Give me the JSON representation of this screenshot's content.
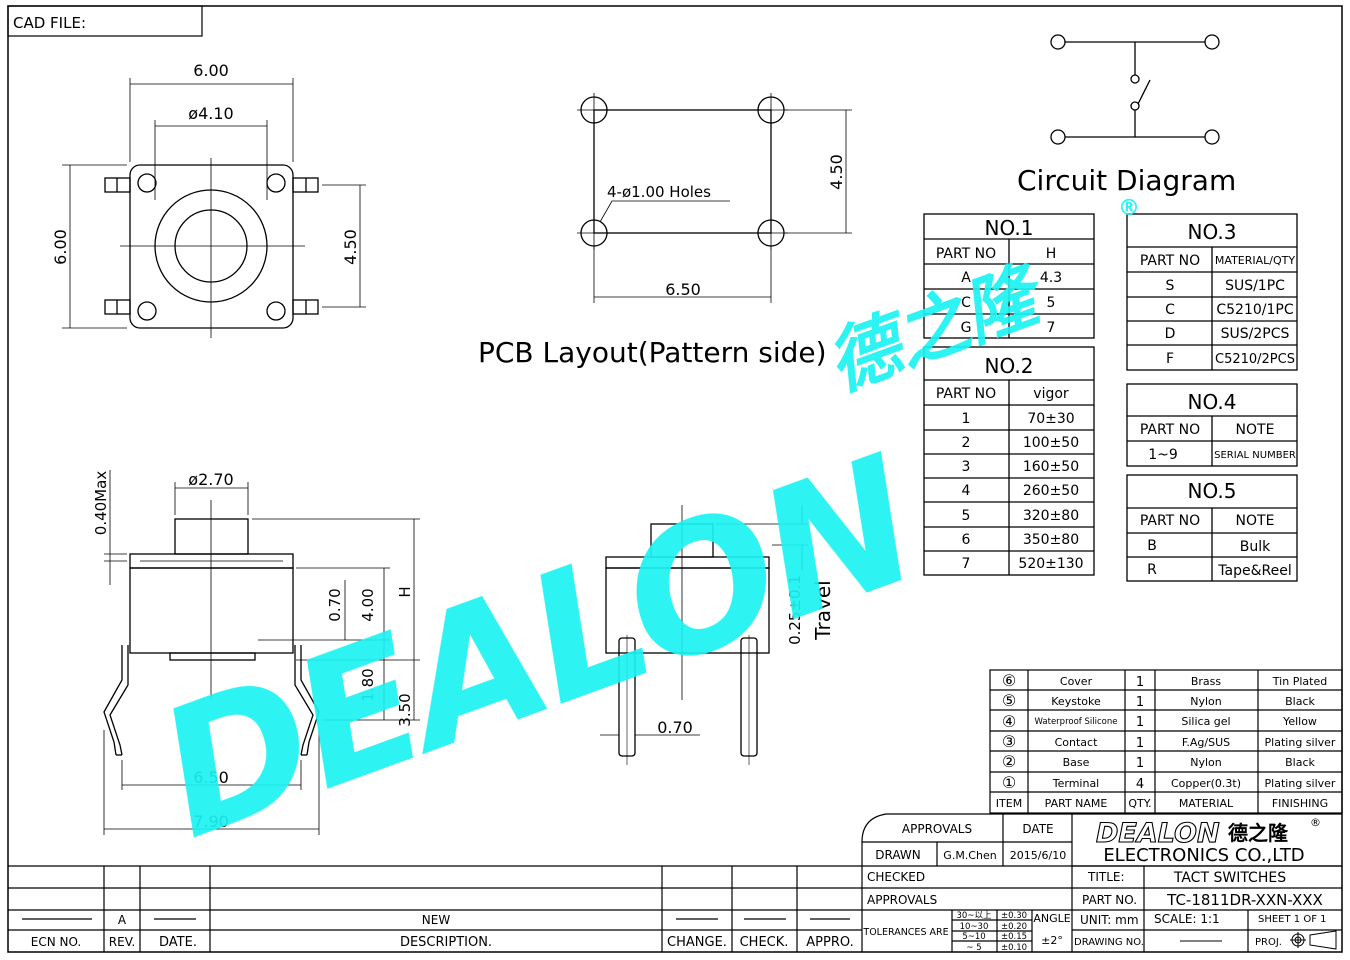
{
  "cad_file": "CAD FILE:",
  "watermark": {
    "brand": "DEALON",
    "cn": "德之隆",
    "reg": "®"
  },
  "top_view": {
    "width": "6.00",
    "hole": "ø4.10",
    "height": "6.00",
    "pitch": "4.50"
  },
  "pcb": {
    "holes": "4-ø1.00  Holes",
    "vertical": "4.50",
    "horizontal": "6.50",
    "title": "PCB  Layout(Pattern  side)"
  },
  "circuit": {
    "title": "Circuit  Diagram"
  },
  "side_view": {
    "cap_dia": "ø2.70",
    "max": "0.40Max",
    "d070": "0.70",
    "d400": "4.00",
    "h": "H",
    "d180": "1.80",
    "d350": "3.50",
    "d650": "6.50",
    "d790": "7.90"
  },
  "side_view2": {
    "travel_val": "0.25±0.1",
    "travel": "Travel",
    "lead": "0.70"
  },
  "no1": {
    "title": "NO.1",
    "headers": [
      "PART  NO",
      "H"
    ],
    "rows": [
      [
        "A",
        "4.3"
      ],
      [
        "C",
        "5"
      ],
      [
        "G",
        "7"
      ]
    ]
  },
  "no2": {
    "title": "NO.2",
    "headers": [
      "PART  NO",
      "vigor"
    ],
    "rows": [
      [
        "1",
        "70±30"
      ],
      [
        "2",
        "100±50"
      ],
      [
        "3",
        "160±50"
      ],
      [
        "4",
        "260±50"
      ],
      [
        "5",
        "320±80"
      ],
      [
        "6",
        "350±80"
      ],
      [
        "7",
        "520±130"
      ]
    ]
  },
  "no3": {
    "title": "NO.3",
    "headers": [
      "PART  NO",
      "MATERIAL/QTY"
    ],
    "rows": [
      [
        "S",
        "SUS/1PC"
      ],
      [
        "C",
        "C5210/1PC"
      ],
      [
        "D",
        "SUS/2PCS"
      ],
      [
        "F",
        "C5210/2PCS"
      ]
    ]
  },
  "no4": {
    "title": "NO.4",
    "headers": [
      "PART  NO",
      "NOTE"
    ],
    "rows": [
      [
        "1~9",
        "SERIAL  NUMBER"
      ]
    ]
  },
  "no5": {
    "title": "NO.5",
    "headers": [
      "PART  NO",
      "NOTE"
    ],
    "rows": [
      [
        "B",
        "Bulk"
      ],
      [
        "R",
        "Tape&Reel"
      ]
    ]
  },
  "bom": {
    "rows": [
      [
        "⑥",
        "Cover",
        "1",
        "Brass",
        "Tin  Plated"
      ],
      [
        "⑤",
        "Keystoke",
        "1",
        "Nylon",
        "Black"
      ],
      [
        "④",
        "Waterproof  Silicone",
        "1",
        "Silica  gel",
        "Yellow"
      ],
      [
        "③",
        "Contact",
        "1",
        "F.Ag/SUS",
        "Plating  silver"
      ],
      [
        "②",
        "Base",
        "1",
        "Nylon",
        "Black"
      ],
      [
        "①",
        "Terminal",
        "4",
        "Copper(0.3t)",
        "Plating  silver"
      ]
    ],
    "headers": [
      "ITEM",
      "PART  NAME",
      "QTY.",
      "MATERIAL",
      "FINISHING"
    ]
  },
  "title_block": {
    "approvals": "APPROVALS",
    "date": "DATE",
    "drawn": "DRAWN",
    "drawn_by": "G.M.Chen",
    "drawn_date": "2015/6/10",
    "checked": "CHECKED",
    "approvals2": "APPROVALS",
    "company": "ELECTRONICS  CO.,LTD",
    "title_label": "TITLE:",
    "title_value": "TACT  SWITCHES",
    "part_label": "PART  NO.",
    "part_value": "TC-1811DR-XXN-XXX",
    "tolerances": "TOLERANCES  ARE",
    "tol_ranges": [
      "30~以上",
      "10~30",
      "5~10",
      "~ 5"
    ],
    "tol_values": [
      "±0.30",
      "±0.20",
      "±0.15",
      "±0.10"
    ],
    "angle": "ANGLE",
    "angle_value": "±2°",
    "unit": "UNIT:  mm",
    "scale": "SCALE:   1:1",
    "sheet": "SHEET   1  OF  1",
    "drawing_no": "DRAWING  NO.",
    "proj": "PROJ."
  },
  "revision": {
    "values": {
      "rev": "A",
      "desc": "NEW"
    },
    "labels": [
      "ECN  NO.",
      "REV.",
      "DATE.",
      "DESCRIPTION.",
      "CHANGE.",
      "CHECK.",
      "APPRO."
    ]
  }
}
